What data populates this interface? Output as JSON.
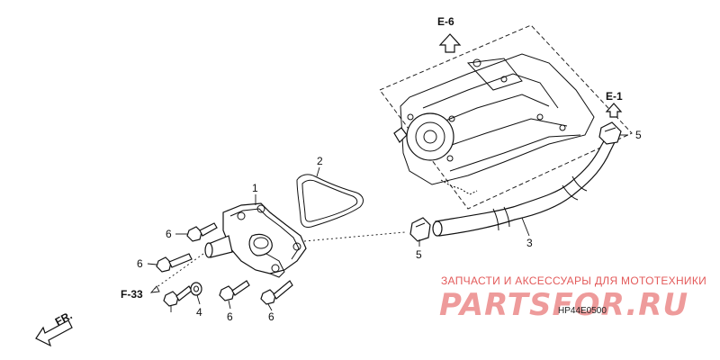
{
  "refs": {
    "top": "E-6",
    "right": "E-1",
    "left": "F-33",
    "front": "FR."
  },
  "callouts": [
    {
      "id": "c1",
      "text": "1"
    },
    {
      "id": "c2",
      "text": "2"
    },
    {
      "id": "c3",
      "text": "3"
    },
    {
      "id": "c4",
      "text": "4"
    },
    {
      "id": "c5a",
      "text": "5"
    },
    {
      "id": "c5b",
      "text": "5"
    },
    {
      "id": "c6a",
      "text": "6"
    },
    {
      "id": "c6b",
      "text": "6"
    },
    {
      "id": "c6c",
      "text": "6"
    },
    {
      "id": "c6d",
      "text": "6"
    }
  ],
  "watermark": {
    "tagline": "ЗАПЧАСТИ И АКСЕССУАРЫ ДЛЯ МОТОТЕХНИКИ",
    "brand": "PARTSFOR.RU"
  },
  "diagram_code": "HP44E0500"
}
